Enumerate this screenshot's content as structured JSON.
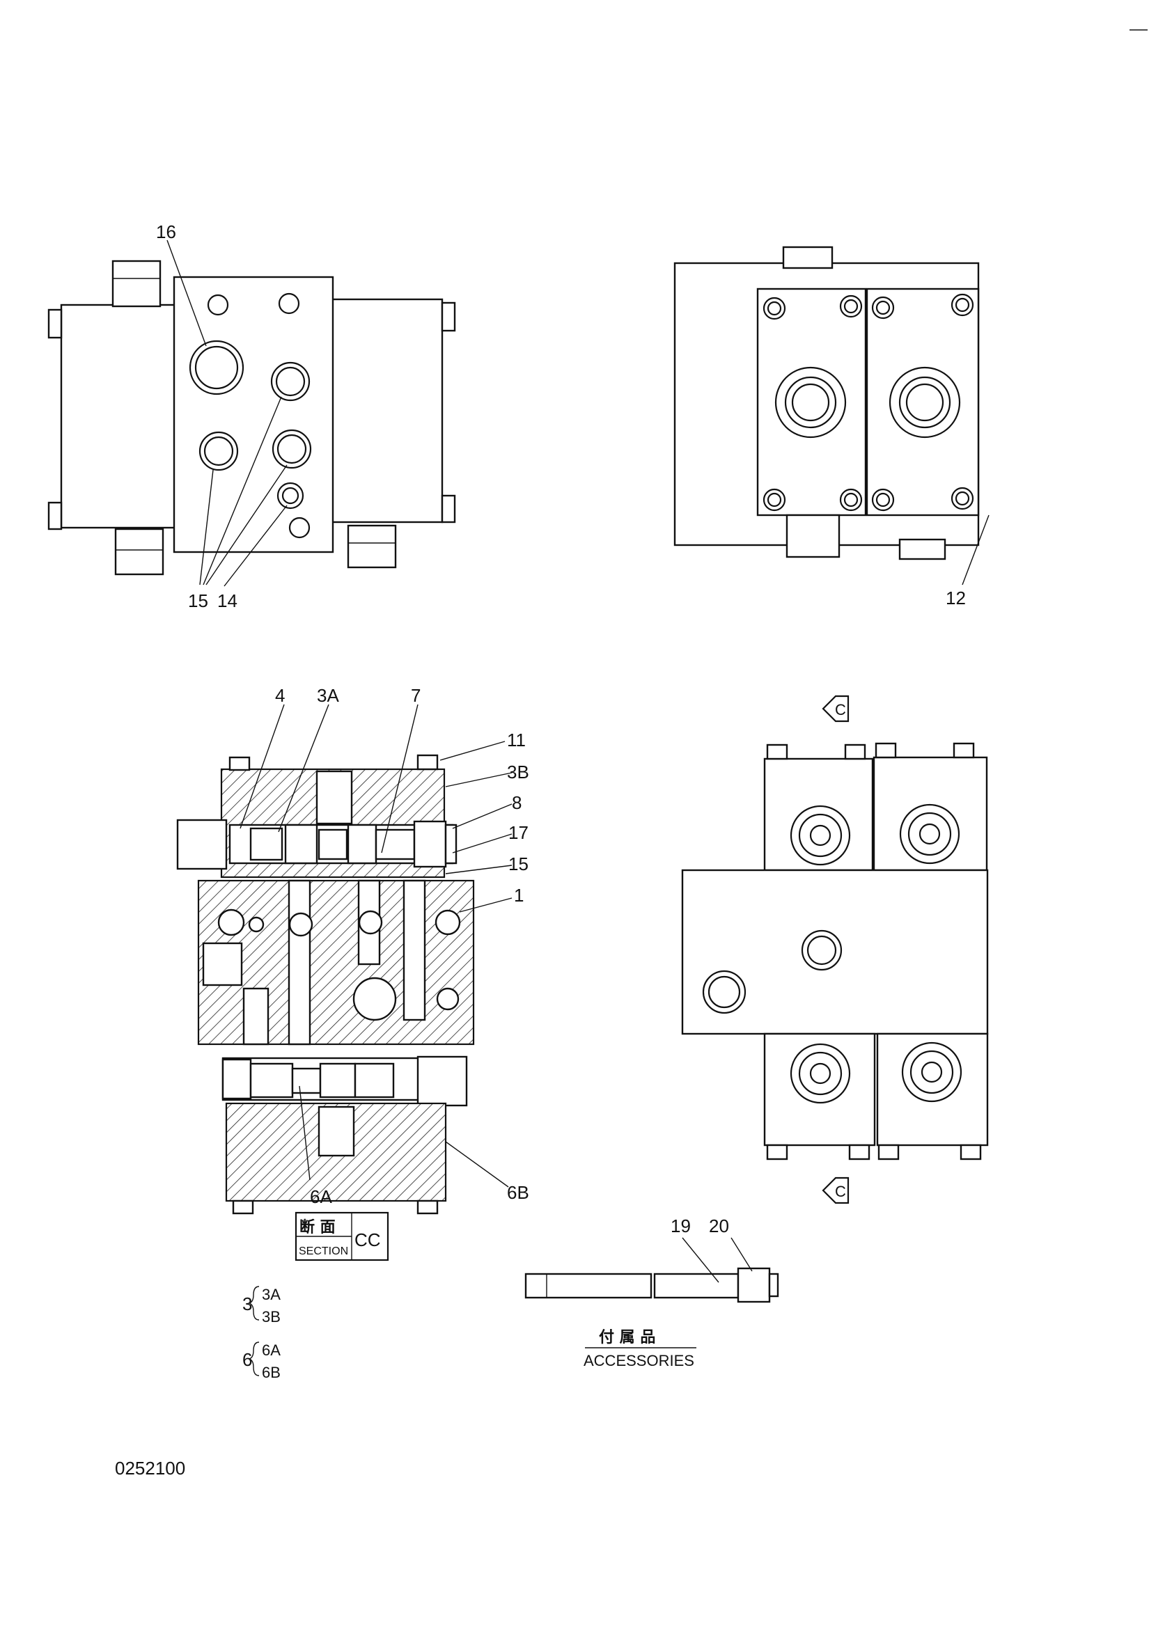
{
  "labels": {
    "p16": "16",
    "p15": "15",
    "p14": "14",
    "p12": "12",
    "p4": "4",
    "p3A": "3A",
    "p7": "7",
    "p11": "11",
    "p3B": "3B",
    "p8": "8",
    "p17": "17",
    "p15b": "15",
    "p1": "1",
    "p6A": "6A",
    "p6B": "6B",
    "p19": "19",
    "p20": "20",
    "viewC_top": "C",
    "viewC_bottom": "C"
  },
  "section": {
    "jp": "断 面",
    "en": "SECTION",
    "id": "CC"
  },
  "groups": {
    "g3_num": "3",
    "g3_a": "3A",
    "g3_b": "3B",
    "g6_num": "6",
    "g6_a": "6A",
    "g6_b": "6B"
  },
  "accessories": {
    "jp": "付 属 品",
    "en": "ACCESSORIES"
  },
  "drawing_no": "0252100"
}
